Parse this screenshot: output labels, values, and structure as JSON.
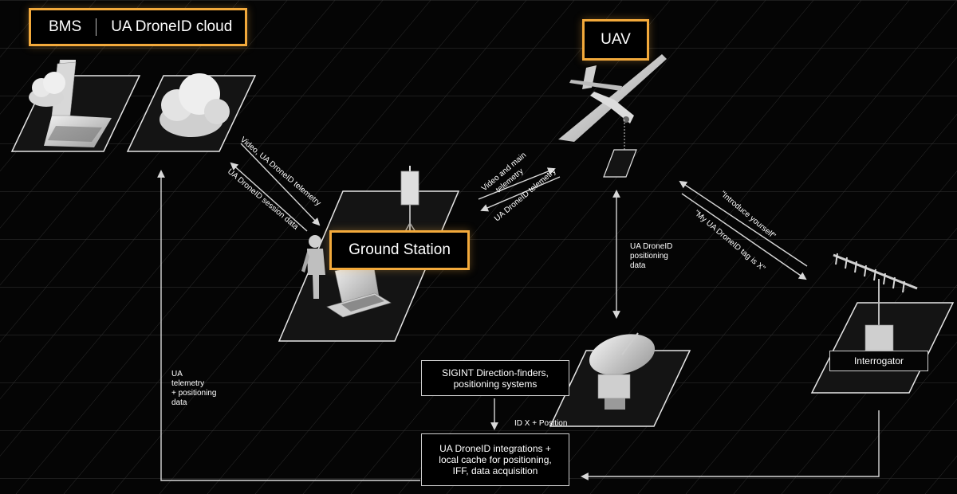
{
  "header": {
    "bms": "BMS",
    "cloud": "UA DroneID cloud",
    "uav": "UAV",
    "ground_station": "Ground Station"
  },
  "links": {
    "video_telemetry": "Video, UA DroneID telemetry",
    "session_data": "UA DroneID session data",
    "video_main": "Video and main",
    "video_main_2": "telemetry",
    "droneid_telemetry": "UA DroneID telemetry",
    "positioning": "UA DroneID\npositioning\ndata",
    "introduce": "\"Introduce yourself\"",
    "tag": "\"My UA DroneID tag is X\"",
    "ua_telemetry": "UA\ntelemetry\n+ positioning\ndata",
    "id_position": "ID X + Position"
  },
  "boxes": {
    "sigint": "SIGINT Direction-finders,\npositioning systems",
    "integrations": "UA DroneID integrations +\nlocal cache for positioning,\nIFF, data acquisition",
    "interrogator": "Interrogator"
  },
  "colors": {
    "accent": "#f2a93b",
    "background": "#050505",
    "grid": "#3a3a3a"
  }
}
